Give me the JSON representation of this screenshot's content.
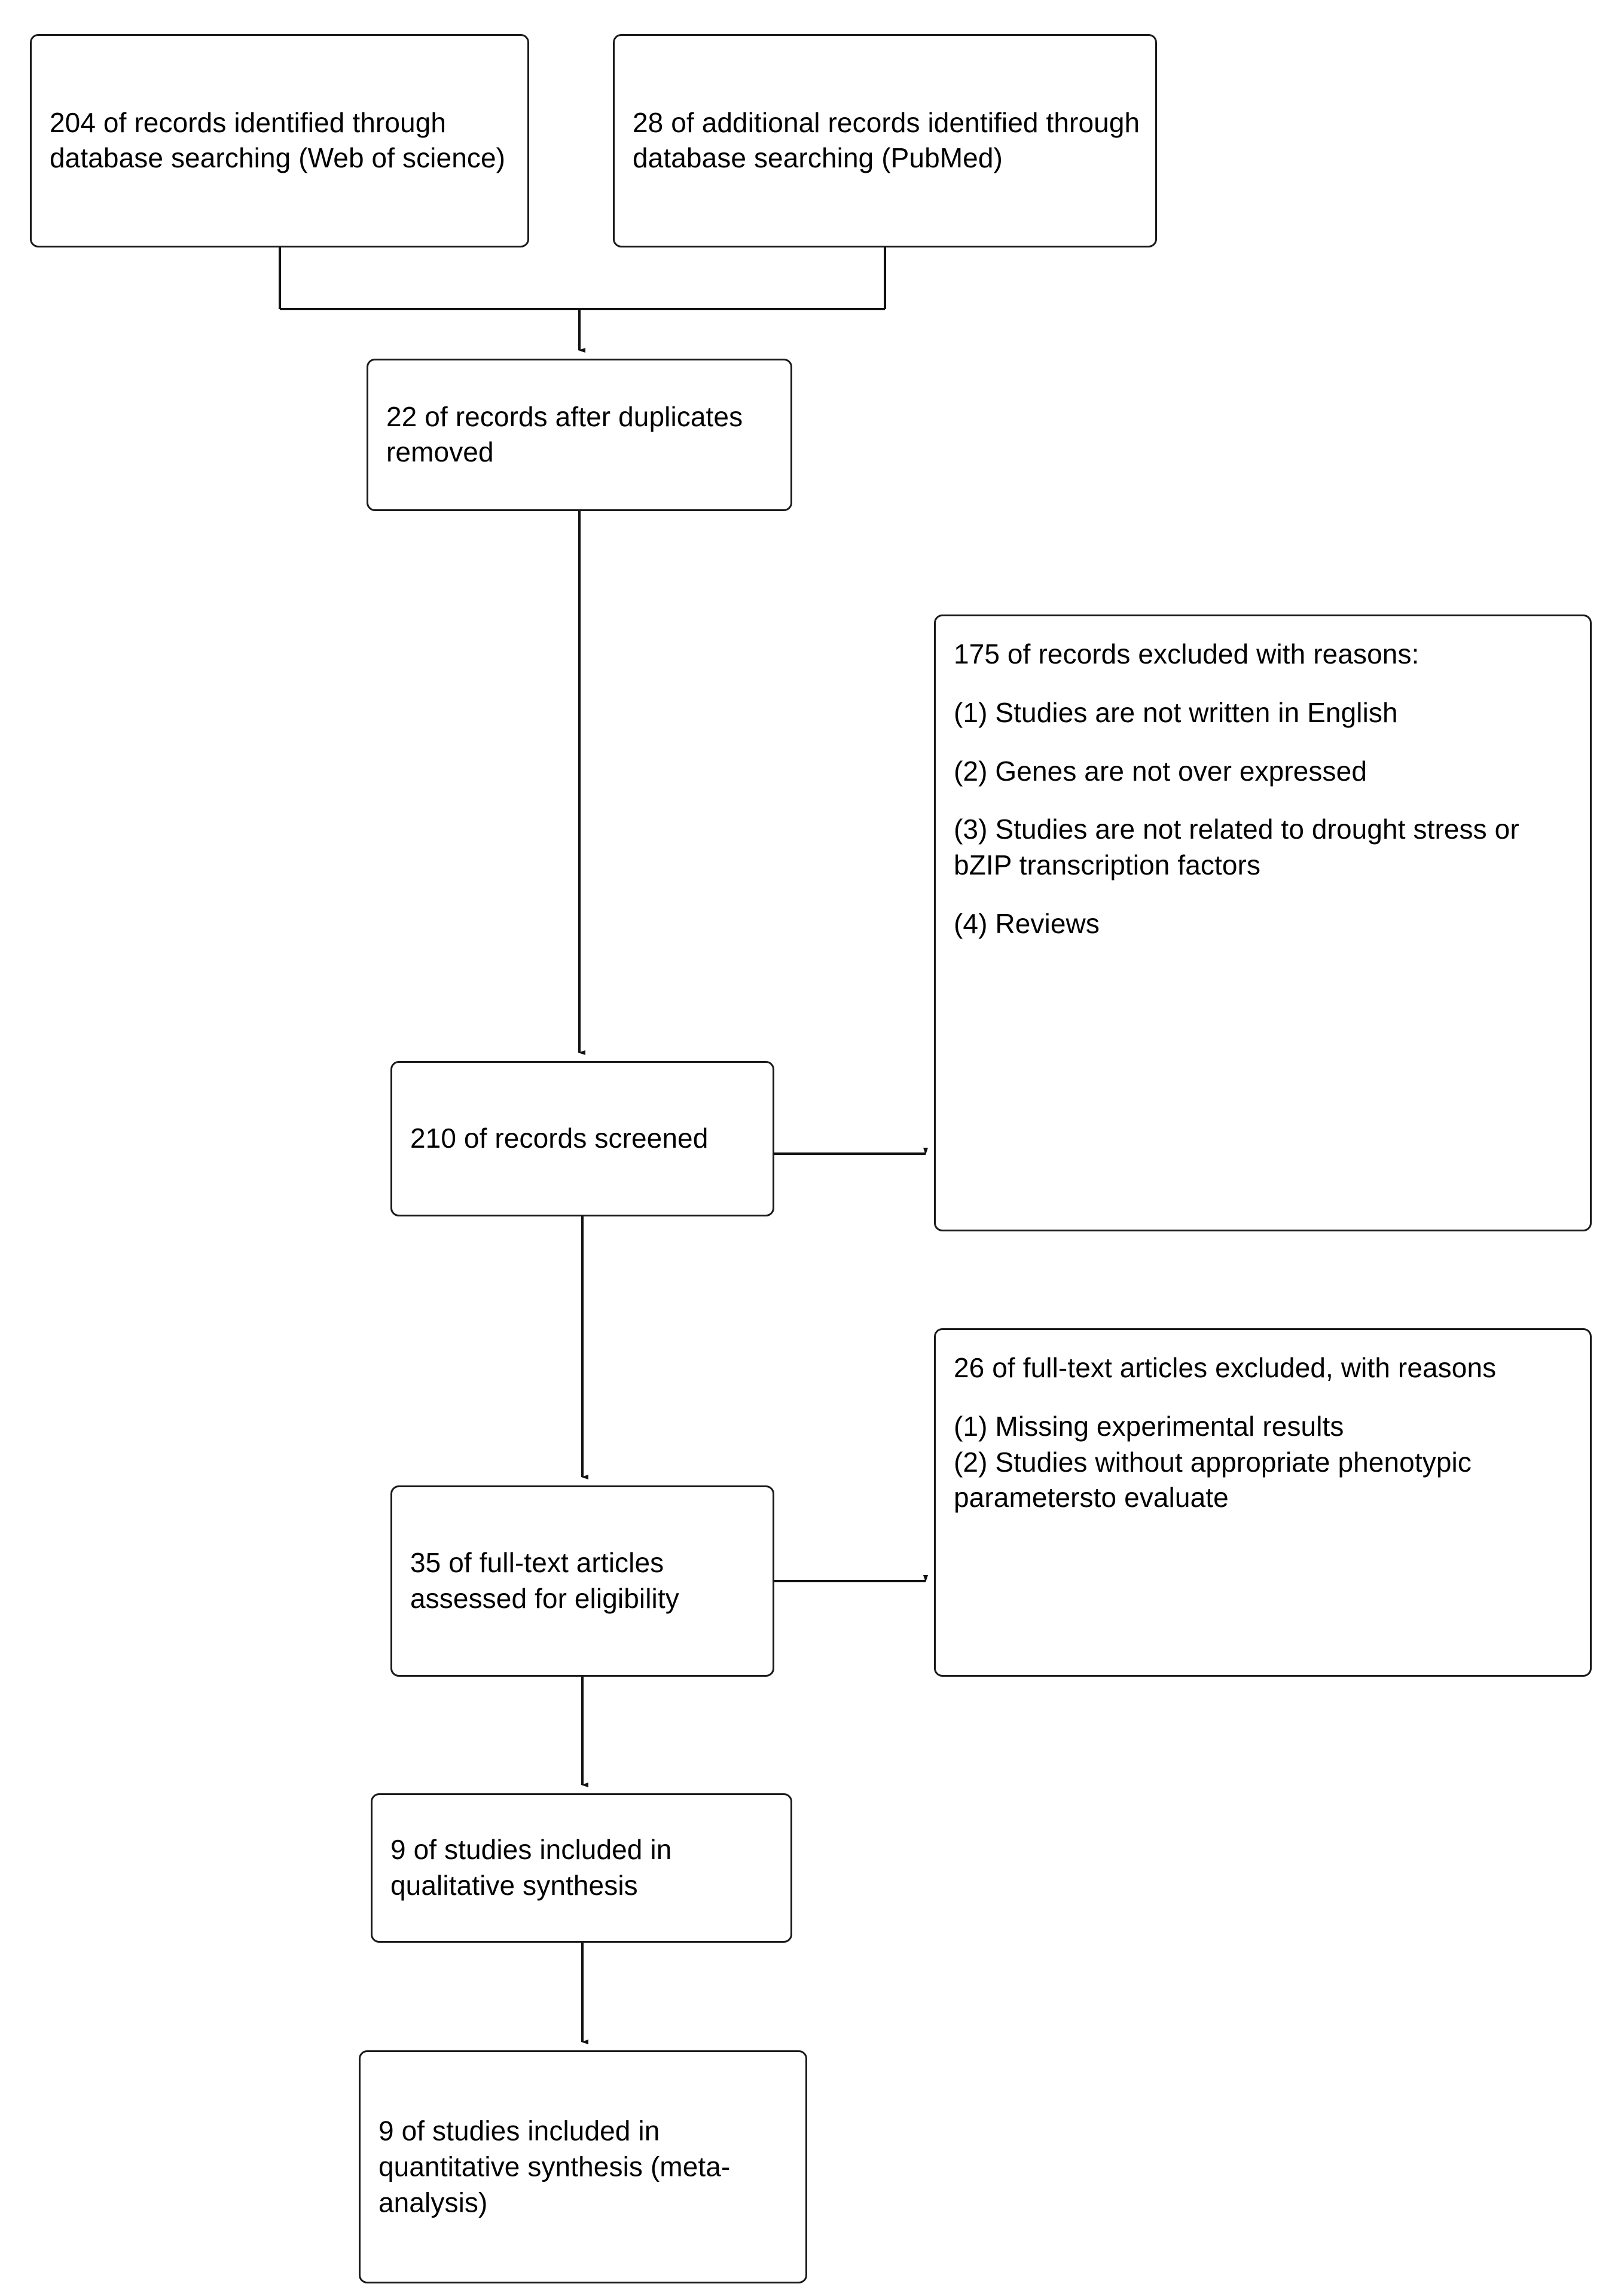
{
  "diagram": {
    "type": "prisma-flow-diagram",
    "nodes": {
      "records_wos": {
        "lines": [
          "204 of records identified through database searching (Web of science)"
        ]
      },
      "records_pubmed": {
        "lines": [
          "28 of additional records identified through database searching (PubMed)"
        ]
      },
      "after_duplicates": {
        "lines": [
          "22 of records after duplicates removed"
        ]
      },
      "records_excluded": {
        "heading": "175 of records excluded with reasons:",
        "reasons": [
          "(1) Studies are not written in English",
          "(2) Genes are not over expressed",
          "(3) Studies are not related to drought stress or bZIP transcription factors",
          "(4) Reviews"
        ]
      },
      "records_screened": {
        "lines": [
          "210 of records screened"
        ]
      },
      "fulltext_excluded": {
        "heading": "26 of full-text articles excluded, with reasons",
        "reasons": [
          "(1) Missing experimental results",
          "(2) Studies without appropriate phenotypic parametersto evaluate"
        ]
      },
      "fulltext_assessed": {
        "lines": [
          "35 of full-text articles assessed for eligibility"
        ]
      },
      "qualitative": {
        "lines": [
          "9 of studies included in qualitative synthesis"
        ]
      },
      "quantitative": {
        "lines": [
          "9 of studies included in quantitative synthesis (meta-analysis)"
        ]
      }
    },
    "colors": {
      "stroke": "#1a1a1a",
      "fill": "#ffffff",
      "text": "#000000"
    }
  }
}
